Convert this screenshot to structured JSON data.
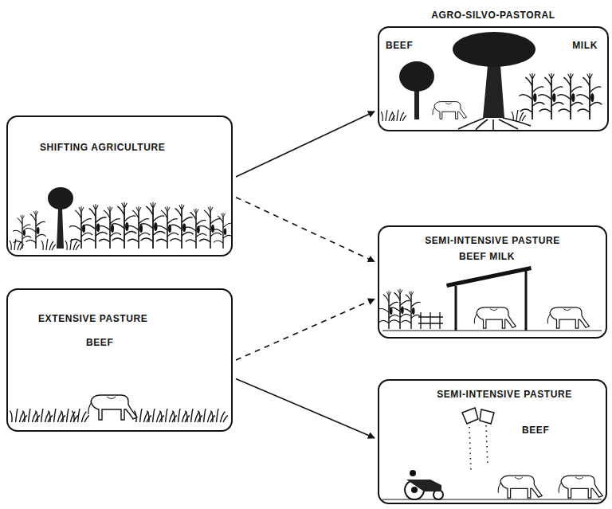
{
  "diagram": {
    "nodes": [
      {
        "text": [
          "SHIFTING AGRICULTURE"
        ]
      },
      {
        "text": [
          "EXTENSIVE PASTURE",
          "BEEF"
        ]
      },
      {
        "text": [
          "AGRO-SILVO-PASTORAL",
          "BEEF",
          "MILK"
        ]
      },
      {
        "text": [
          "SEMI-INTENSIVE PASTURE",
          "BEEF MILK"
        ]
      },
      {
        "text": [
          "SEMI-INTENSIVE PASTURE",
          "BEEF"
        ]
      }
    ],
    "edges": [
      {
        "from": 0,
        "to": 2,
        "arrow": "to"
      },
      {
        "from": 0,
        "to": 3,
        "arrow": "to"
      },
      {
        "from": 1,
        "to": 3,
        "arrow": "to"
      },
      {
        "from": 1,
        "to": 4,
        "arrow": "to"
      }
    ]
  }
}
